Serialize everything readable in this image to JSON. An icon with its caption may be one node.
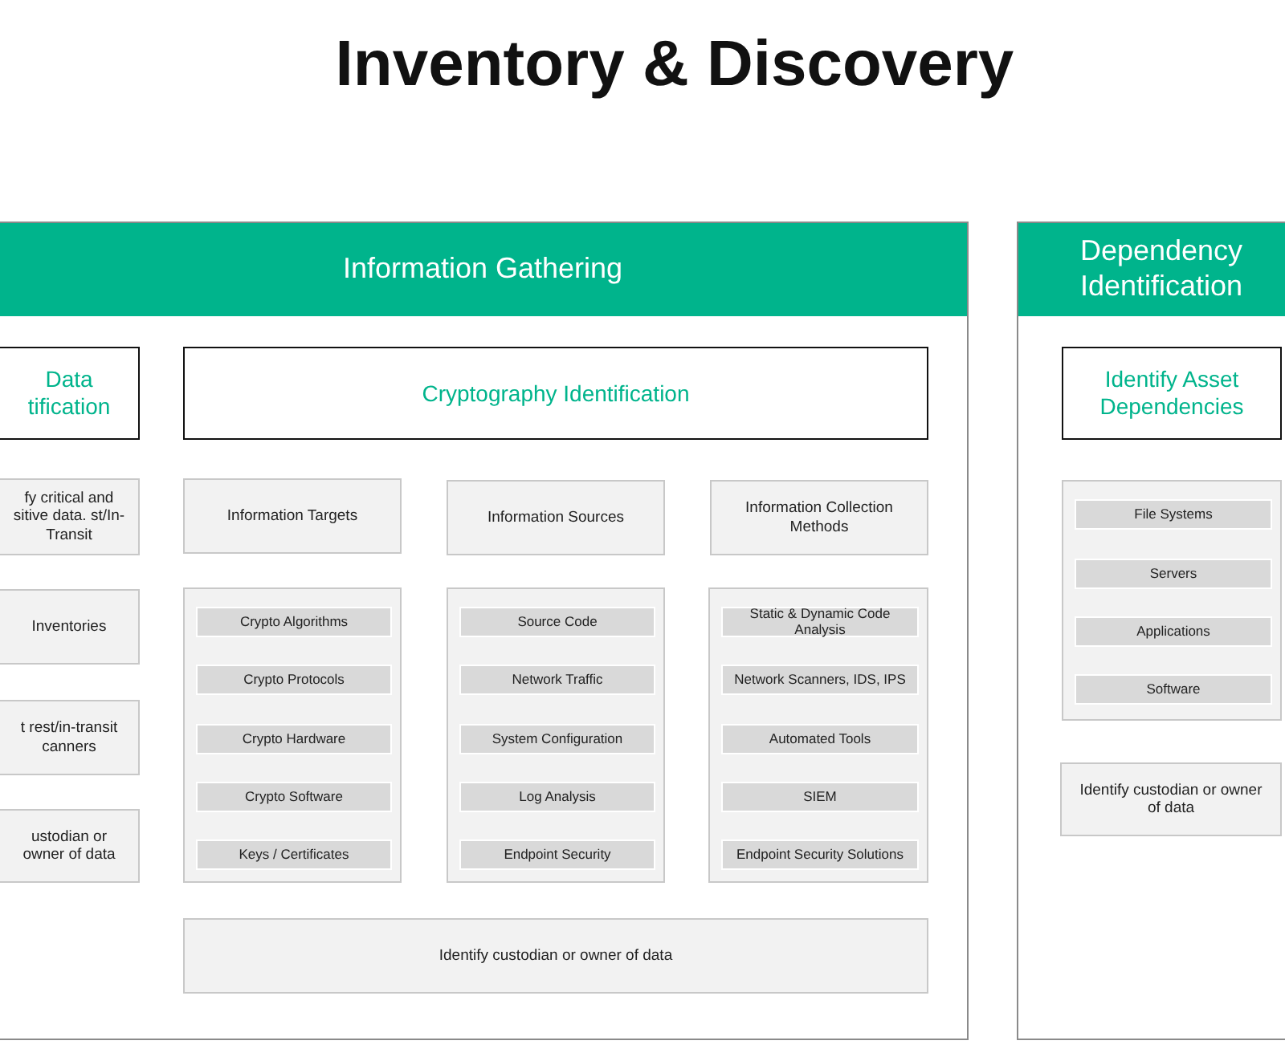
{
  "diagram": {
    "title": "Inventory & Discovery",
    "nodes": [
      {
        "text": [
          "Information Gathering"
        ]
      },
      {
        "text": [
          "Data tification"
        ],
        "in": 0
      },
      {
        "text": [
          "fy critical and sitive data. st/In-Transit"
        ],
        "in": 0
      },
      {
        "text": [
          "Inventories"
        ],
        "in": 0
      },
      {
        "text": [
          "t rest/in-transit canners"
        ],
        "in": 0
      },
      {
        "text": [
          "ustodian or owner of data"
        ],
        "in": 0
      },
      {
        "text": [
          "Cryptography Identification"
        ],
        "in": 0
      },
      {
        "text": [
          "Information Targets"
        ],
        "in": 0
      },
      {
        "text": [
          "Information Sources"
        ],
        "in": 0
      },
      {
        "text": [
          "Information Collection Methods"
        ],
        "in": 0
      },
      {
        "text": [],
        "shape": "box",
        "in": 0
      },
      {
        "text": [
          "Crypto Algorithms"
        ],
        "in": 10
      },
      {
        "text": [
          "Crypto Protocols"
        ],
        "in": 10
      },
      {
        "text": [
          "Crypto Hardware"
        ],
        "in": 10
      },
      {
        "text": [
          "Crypto Software"
        ],
        "in": 10
      },
      {
        "text": [
          "Keys / Certificates"
        ],
        "in": 10
      },
      {
        "text": [],
        "shape": "box",
        "in": 0
      },
      {
        "text": [
          "Source Code"
        ],
        "in": 16
      },
      {
        "text": [
          "Network Traffic"
        ],
        "in": 16
      },
      {
        "text": [
          "System Configuration"
        ],
        "in": 16
      },
      {
        "text": [
          "Log Analysis"
        ],
        "in": 16
      },
      {
        "text": [
          "Endpoint Security"
        ],
        "in": 16
      },
      {
        "text": [],
        "shape": "box",
        "in": 0
      },
      {
        "text": [
          "Static & Dynamic Code Analysis"
        ],
        "in": 22
      },
      {
        "text": [
          "Network Scanners, IDS, IPS"
        ],
        "in": 22
      },
      {
        "text": [
          "Automated Tools"
        ],
        "in": 22
      },
      {
        "text": [
          "SIEM"
        ],
        "in": 22
      },
      {
        "text": [
          "Endpoint Security Solutions"
        ],
        "in": 22
      },
      {
        "text": [
          "Identify custodian or owner of data"
        ],
        "in": 0
      },
      {
        "text": [
          "Dependency Identification"
        ]
      },
      {
        "text": [
          "Identify Asset Dependencies"
        ],
        "in": 29
      },
      {
        "text": [],
        "shape": "box",
        "in": 29
      },
      {
        "text": [
          "File Systems"
        ],
        "in": 31
      },
      {
        "text": [
          "Servers"
        ],
        "in": 31
      },
      {
        "text": [
          "Applications"
        ],
        "in": 31
      },
      {
        "text": [
          "Software"
        ],
        "in": 31
      },
      {
        "text": [
          "Identify custodian or owner of data"
        ],
        "in": 29
      }
    ]
  }
}
